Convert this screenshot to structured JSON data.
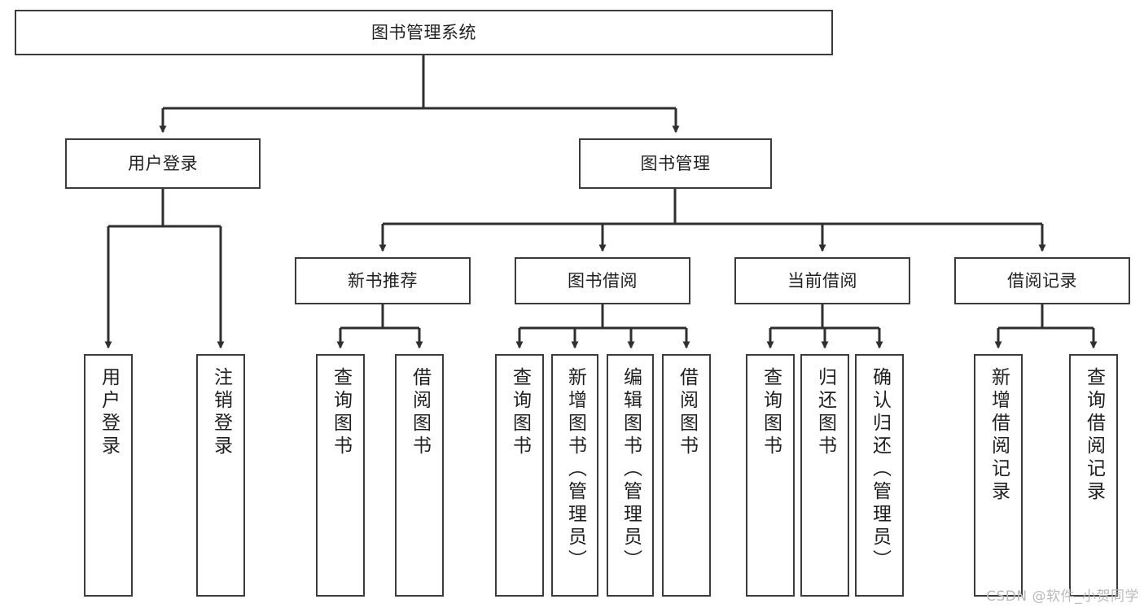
{
  "diagram": {
    "title": "图书管理系统",
    "type": "功能结构图",
    "watermark": "CSDN @软件_小贺同学",
    "colors": {
      "box_border": "#3b3b3b",
      "box_fill": "#ffffff",
      "connector": "#2f2f2f",
      "text": "#1f1f1f",
      "watermark": "#b9b9b9",
      "background": "#ffffff"
    }
  },
  "nodes": {
    "root": {
      "label": "图书管理系统"
    },
    "level1": [
      {
        "id": "user-login",
        "label": "用户登录"
      },
      {
        "id": "book-manage",
        "label": "图书管理"
      }
    ],
    "level2": [
      {
        "id": "new-book-rec",
        "label": "新书推荐"
      },
      {
        "id": "book-borrow",
        "label": "图书借阅"
      },
      {
        "id": "current-borrow",
        "label": "当前借阅"
      },
      {
        "id": "borrow-record",
        "label": "借阅记录"
      }
    ],
    "leaves": {
      "user-login": [
        {
          "id": "leaf-user-login",
          "label": "用户登录"
        },
        {
          "id": "leaf-user-logout",
          "label": "注销登录"
        }
      ],
      "new-book-rec": [
        {
          "id": "leaf-nbr-query",
          "label": "查询图书"
        },
        {
          "id": "leaf-nbr-borrow",
          "label": "借阅图书"
        }
      ],
      "book-borrow": [
        {
          "id": "leaf-bb-query",
          "label": "查询图书"
        },
        {
          "id": "leaf-bb-add",
          "label": "新增图书（管理员）"
        },
        {
          "id": "leaf-bb-edit",
          "label": "编辑图书（管理员）"
        },
        {
          "id": "leaf-bb-borrow",
          "label": "借阅图书"
        }
      ],
      "current-borrow": [
        {
          "id": "leaf-cb-query",
          "label": "查询图书"
        },
        {
          "id": "leaf-cb-return",
          "label": "归还图书"
        },
        {
          "id": "leaf-cb-confirm",
          "label": "确认归还（管理员）"
        }
      ],
      "borrow-record": [
        {
          "id": "leaf-br-add",
          "label": "新增借阅记录"
        },
        {
          "id": "leaf-br-query",
          "label": "查询借阅记录"
        }
      ]
    }
  }
}
